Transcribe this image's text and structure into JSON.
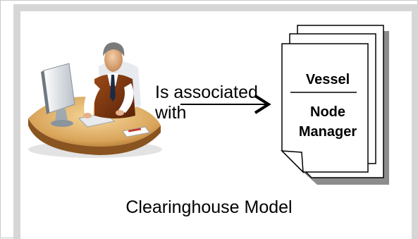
{
  "relation": {
    "line1": "Is associated",
    "line2": "with"
  },
  "document": {
    "top_label": "Vessel",
    "middle_label": "Node",
    "bottom_label": "Manager"
  },
  "caption": "Clearinghouse Model",
  "icons": {
    "user": "person-at-computer-icon",
    "arrow": "arrow-right-icon",
    "documents": "document-stack-icon"
  }
}
